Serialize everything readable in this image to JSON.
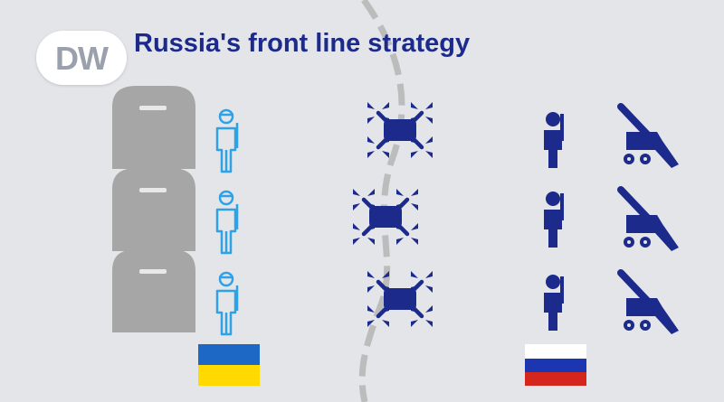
{
  "header": {
    "logo_text": "DW",
    "title": "Russia's front line strategy"
  },
  "colors": {
    "background": "#e4e5e9",
    "dark_blue": "#1c2a8c",
    "light_blue": "#2ea2e6",
    "bunker_gray": "#a6a6a6",
    "front_line_gray": "#bcbcbc",
    "ukraine_blue": "#1c68c4",
    "ukraine_yellow": "#ffd900",
    "russia_white": "#ffffff",
    "russia_blue": "#1c35b0",
    "russia_red": "#d5261e"
  },
  "rows": [
    {
      "ukraine": [
        "bunker-icon",
        "ukrainian-soldier-icon"
      ],
      "middle": "drone-icon",
      "russia": [
        "russian-soldier-icon",
        "artillery-icon"
      ]
    },
    {
      "ukraine": [
        "bunker-icon",
        "ukrainian-soldier-icon"
      ],
      "middle": "drone-icon",
      "russia": [
        "russian-soldier-icon",
        "artillery-icon"
      ]
    },
    {
      "ukraine": [
        "bunker-icon",
        "ukrainian-soldier-icon"
      ],
      "middle": "drone-icon",
      "russia": [
        "russian-soldier-icon",
        "artillery-icon"
      ]
    }
  ],
  "flags": [
    "ukraine-flag",
    "russia-flag"
  ]
}
